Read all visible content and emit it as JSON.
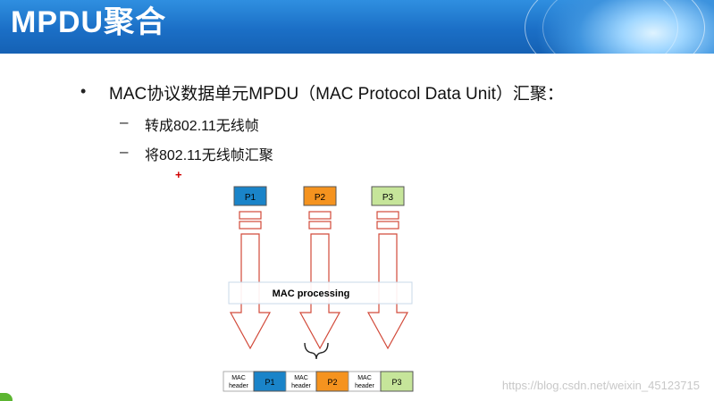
{
  "slide": {
    "title": "MPDU聚合",
    "bullet": "MAC协议数据单元MPDU（MAC Protocol Data Unit）汇聚：",
    "sub_items": [
      "转成802.11无线帧",
      "将802.11无线帧汇聚"
    ],
    "marker": "+",
    "watermark": "https://blog.csdn.net/weixin_45123715"
  },
  "diagram": {
    "packets": [
      "P1",
      "P2",
      "P3"
    ],
    "processing_label": "MAC processing",
    "header_label_line1": "MAC",
    "header_label_line2": "header",
    "colors": {
      "p1": "#1a84c9",
      "p2": "#f5931f",
      "p3": "#c6e59a",
      "arrow_stroke": "#d24a3a",
      "header_bar": "#1b6fc6"
    }
  }
}
